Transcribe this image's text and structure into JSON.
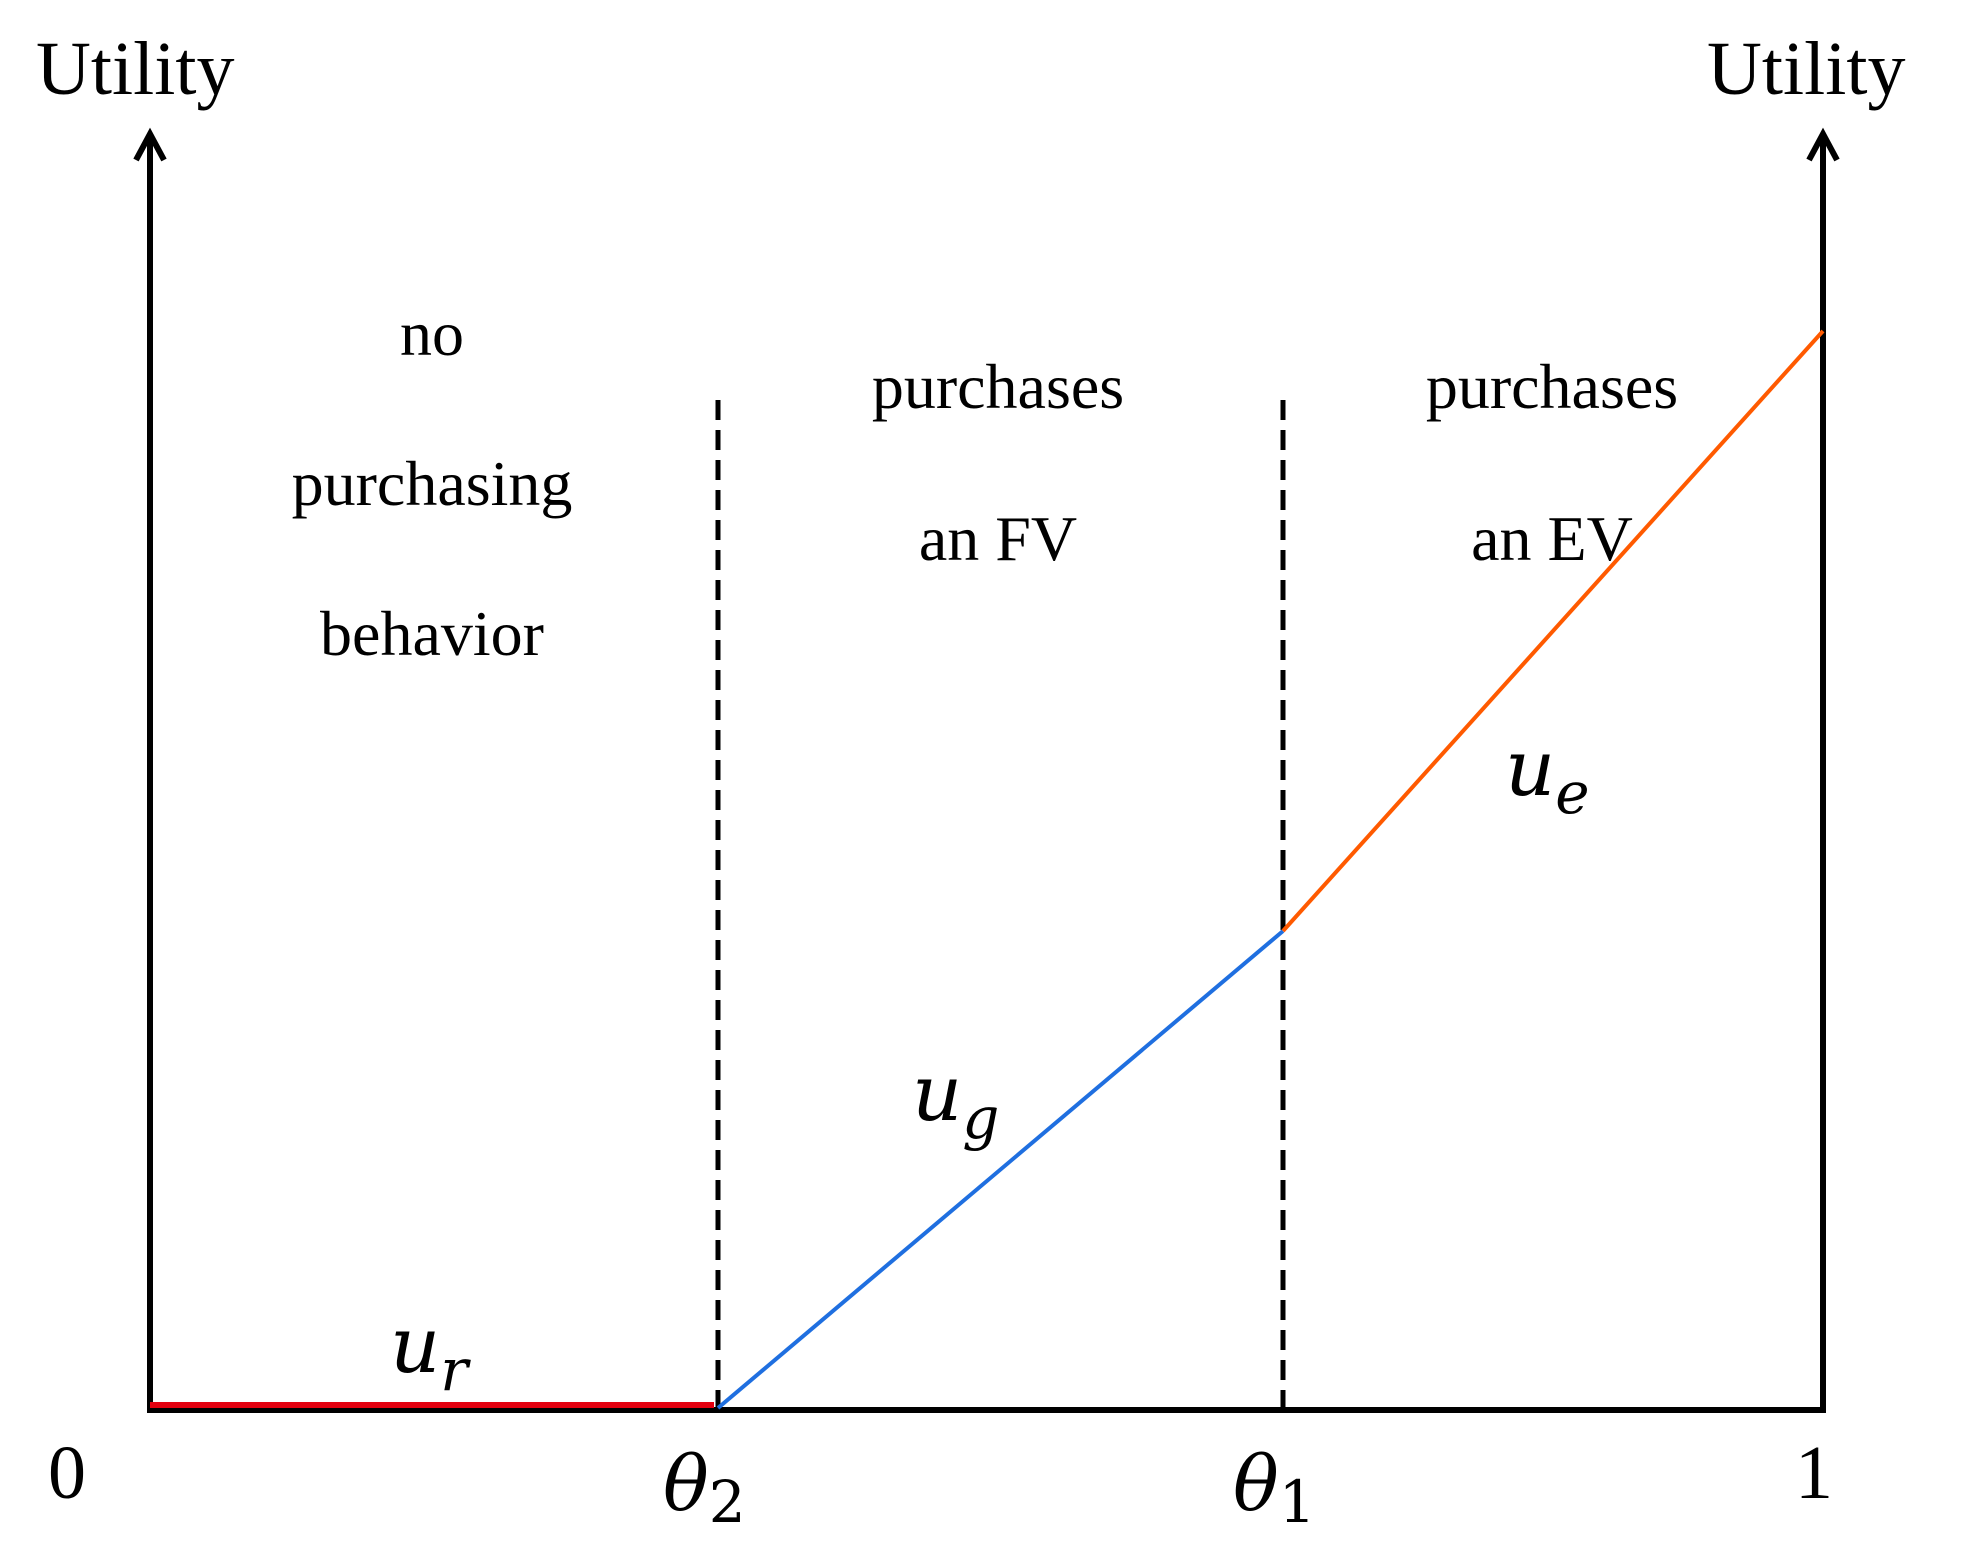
{
  "axes": {
    "left_label": "Utility",
    "right_label": "Utility"
  },
  "x_ticks": {
    "zero": "0",
    "theta2_base": "θ",
    "theta2_sub": "2",
    "theta1_base": "θ",
    "theta1_sub": "1",
    "one": "1"
  },
  "regions": {
    "no_purchase": [
      "no",
      "purchasing",
      "behavior"
    ],
    "fv": [
      "purchases",
      "an FV"
    ],
    "ev": [
      "purchases",
      "an EV"
    ]
  },
  "curves": {
    "ur": {
      "base": "u",
      "sub": "r",
      "color": "#e3000f"
    },
    "ug": {
      "base": "u",
      "sub": "g",
      "color": "#1f6fe0"
    },
    "ue": {
      "base": "u",
      "sub": "e",
      "color": "#ff5a00"
    }
  },
  "colors": {
    "axis": "#000000",
    "divider": "#000000"
  }
}
